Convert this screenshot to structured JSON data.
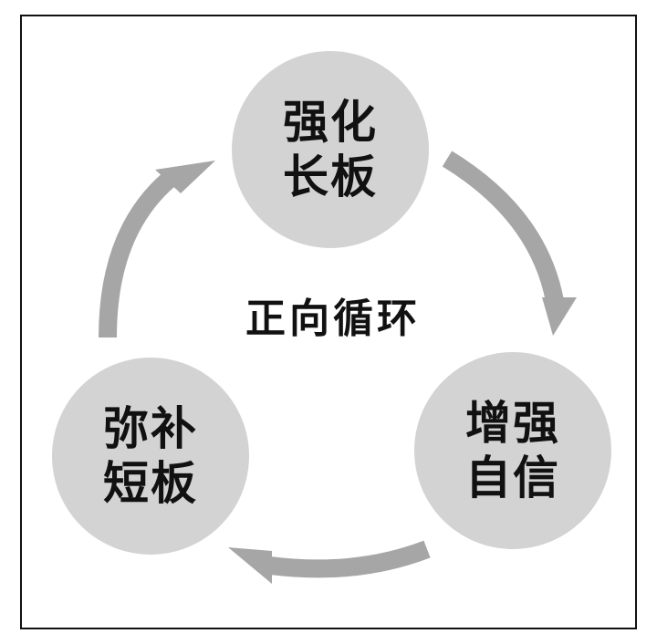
{
  "diagram": {
    "center_label": "正向循环",
    "nodes": [
      {
        "id": "top",
        "line1": "强化",
        "line2": "长板"
      },
      {
        "id": "right",
        "line1": "增强",
        "line2": "自信"
      },
      {
        "id": "left",
        "line1": "弥补",
        "line2": "短板"
      }
    ],
    "colors": {
      "node_fill": "#d3d3d3",
      "arrow": "#a6a6a6",
      "text": "#111111",
      "frame": "#111111"
    }
  }
}
